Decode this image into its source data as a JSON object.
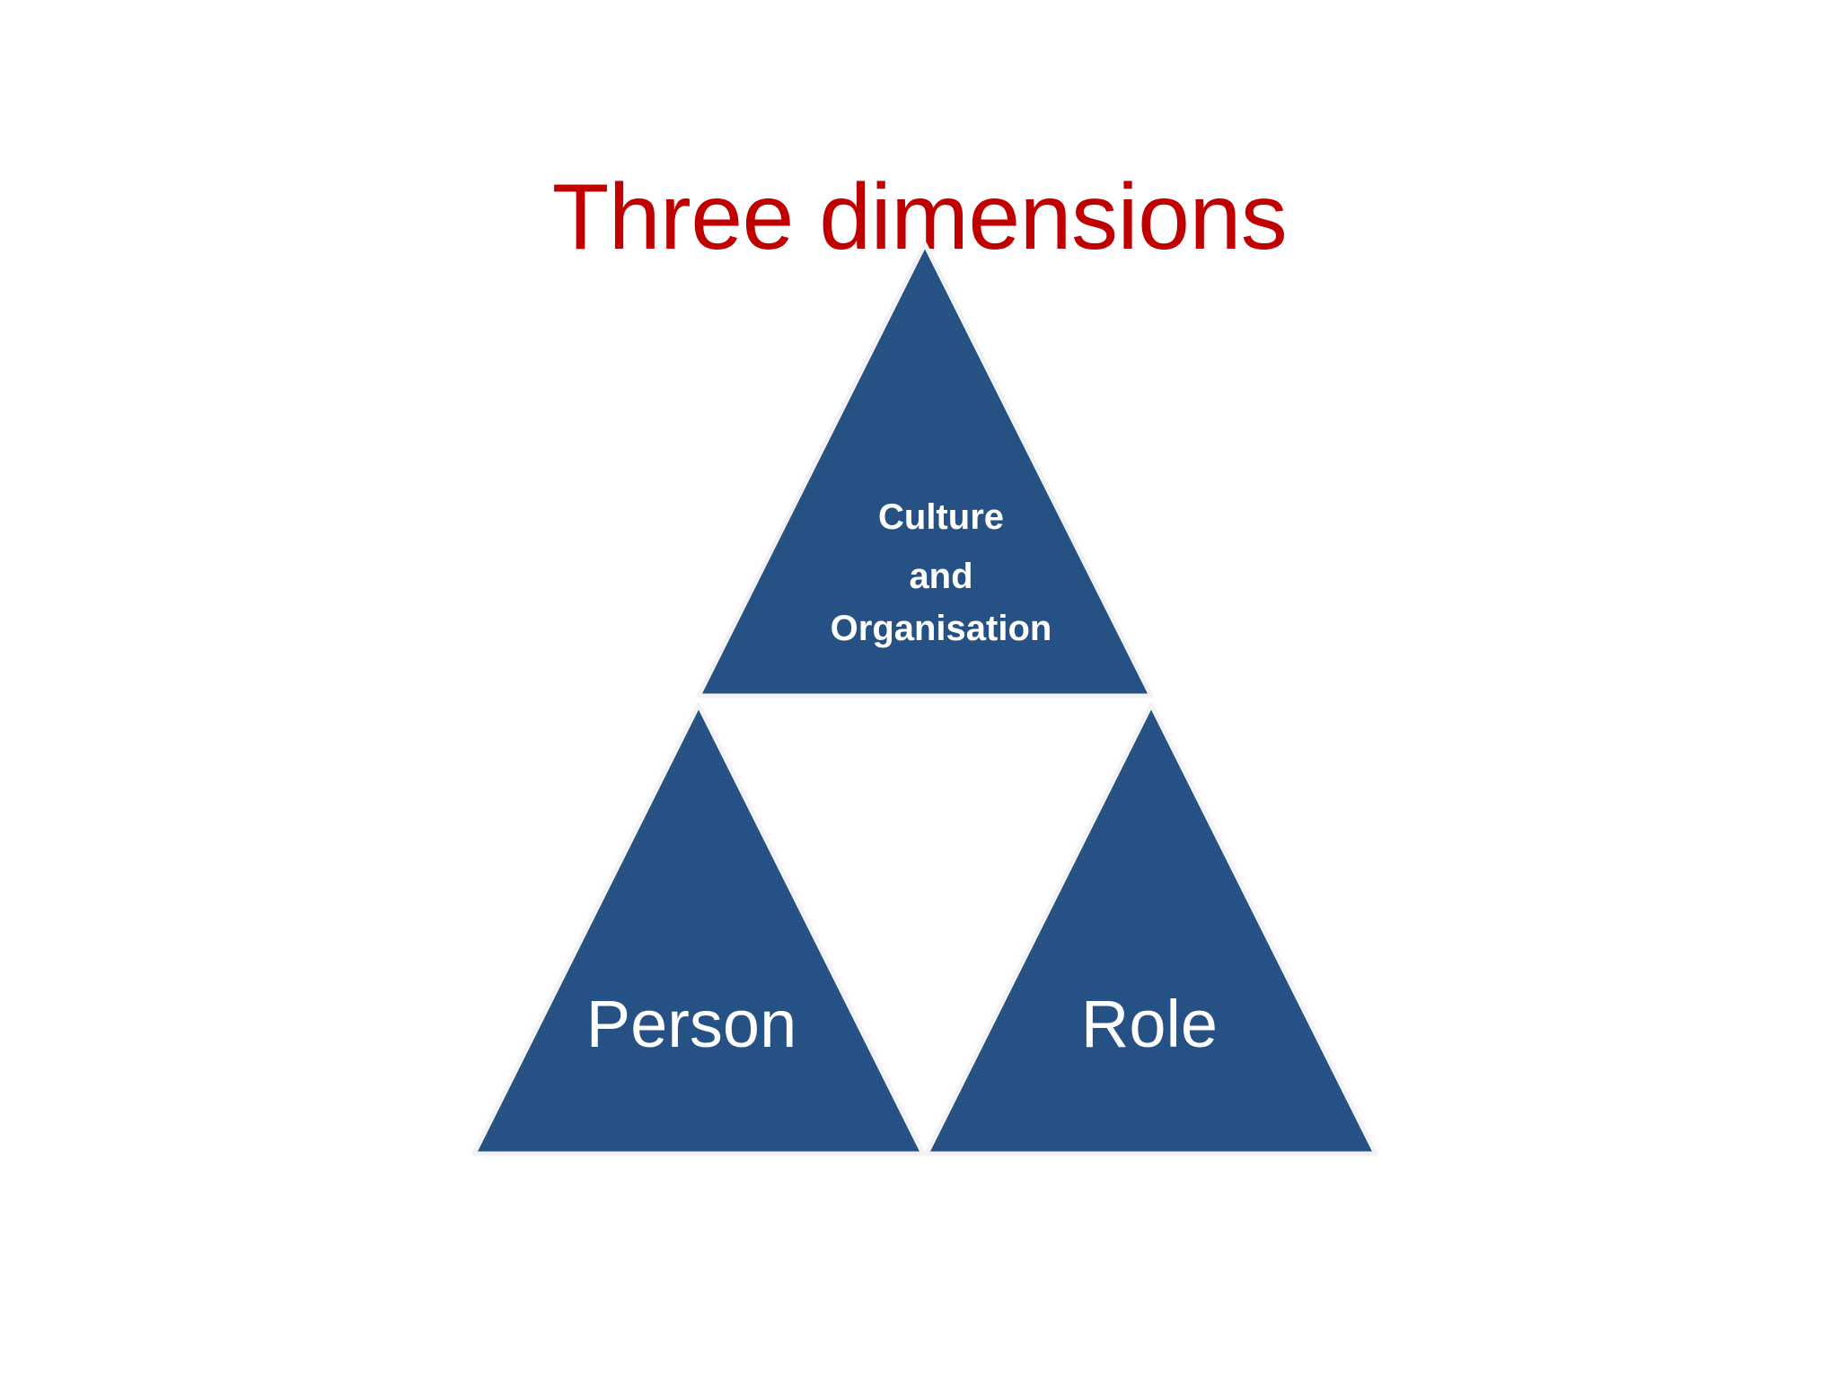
{
  "slide": {
    "title": "Three dimensions",
    "background_color": "#ffffff",
    "title_color": "#c00000"
  },
  "diagram": {
    "type": "triangle-segmented",
    "name": "three-dimensions-triangle",
    "fill_color": "#255184",
    "outline_color": "#f2f2f2",
    "text_color": "#ffffff",
    "segments": [
      {
        "id": "top",
        "position": "apex",
        "label_lines": [
          "Culture",
          "and",
          "Organisation"
        ],
        "label_text": "Culture and Organisation",
        "bold": true
      },
      {
        "id": "bottom-left",
        "position": "lower-left",
        "label_lines": [
          "Person"
        ],
        "label_text": "Person",
        "bold": false
      },
      {
        "id": "bottom-right",
        "position": "lower-right",
        "label_lines": [
          "Role"
        ],
        "label_text": "Role",
        "bold": false
      }
    ]
  }
}
